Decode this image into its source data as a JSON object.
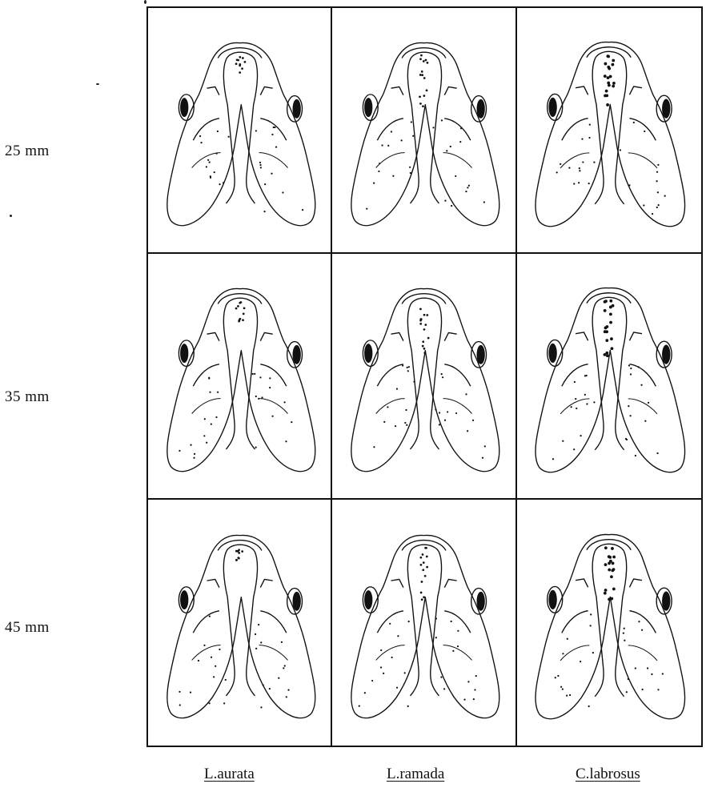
{
  "row_labels": [
    "25 mm",
    "35 mm",
    "45 mm"
  ],
  "column_labels": [
    "L.aurata",
    "L.ramada",
    "C.labrosus"
  ],
  "cells": [
    {
      "name": "head-drawing-25mm-l-aurata",
      "icon": "larval-head-ventral-drawing",
      "pattern": 0
    },
    {
      "name": "head-drawing-25mm-l-ramada",
      "icon": "larval-head-ventral-drawing",
      "pattern": 1
    },
    {
      "name": "head-drawing-25mm-c-labrosus",
      "icon": "larval-head-ventral-drawing",
      "pattern": 2
    },
    {
      "name": "head-drawing-35mm-l-aurata",
      "icon": "larval-head-ventral-drawing",
      "pattern": 0
    },
    {
      "name": "head-drawing-35mm-l-ramada",
      "icon": "larval-head-ventral-drawing",
      "pattern": 1
    },
    {
      "name": "head-drawing-35mm-c-labrosus",
      "icon": "larval-head-ventral-drawing",
      "pattern": 2
    },
    {
      "name": "head-drawing-45mm-l-aurata",
      "icon": "larval-head-ventral-drawing",
      "pattern": 0
    },
    {
      "name": "head-drawing-45mm-l-ramada",
      "icon": "larval-head-ventral-drawing",
      "pattern": 1
    },
    {
      "name": "head-drawing-45mm-c-labrosus",
      "icon": "larval-head-ventral-drawing",
      "pattern": 2
    }
  ]
}
